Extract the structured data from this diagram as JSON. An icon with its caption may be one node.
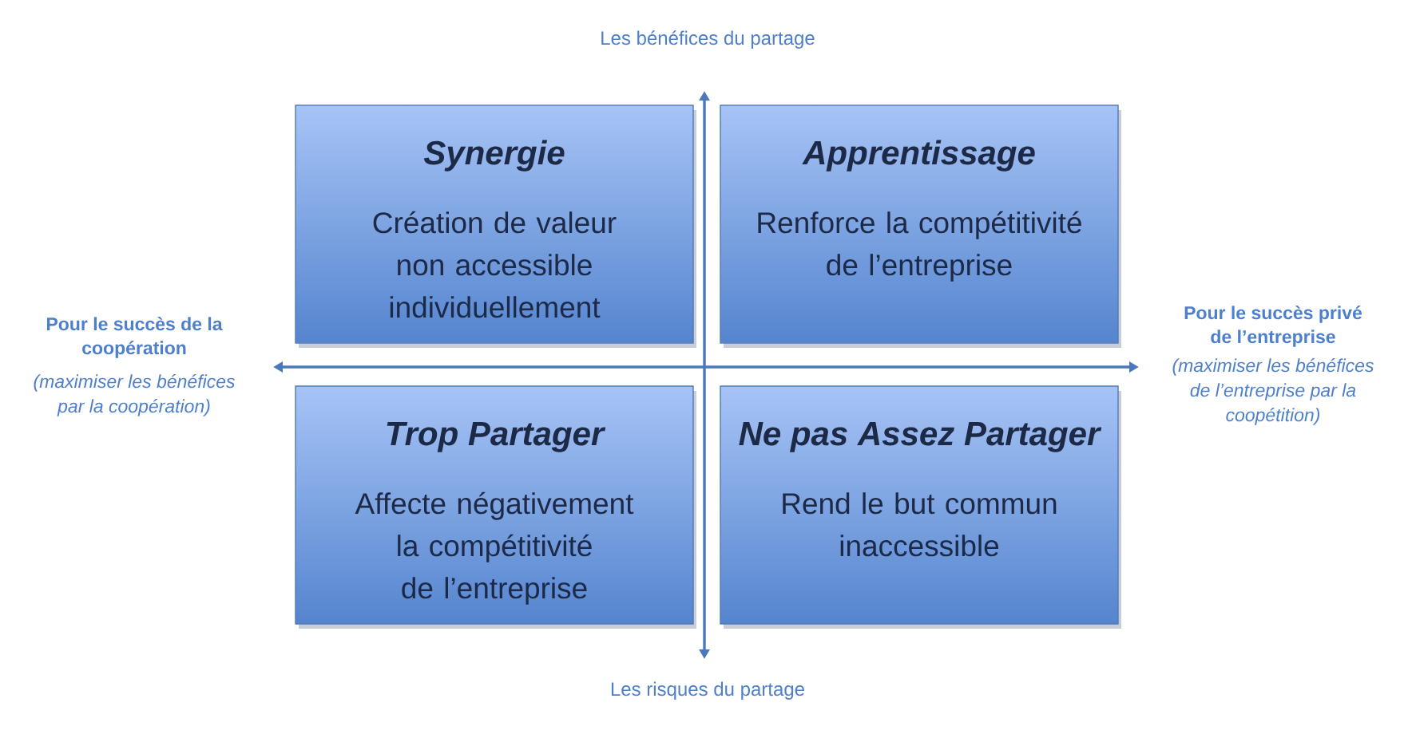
{
  "diagram": {
    "nodes": [
      {
        "text": [
          "Synergie",
          "Création de valeur non accessible individuellement"
        ]
      },
      {
        "text": [
          "Apprentissage",
          "Renforce la compétitivité de l’entreprise"
        ]
      },
      {
        "text": [
          "Trop Partager",
          "Affecte négativement la compétitivité de l’entreprise"
        ]
      },
      {
        "text": [
          "Ne pas Assez Partager",
          "Rend le but commun inaccessible"
        ]
      }
    ],
    "labels": [
      "Les bénéfices du partage",
      "Pour le succès de la coopération",
      "(maximiser les bénéfices par la coopération)",
      "Pour le succès privé de l’entreprise",
      "(maximiser les bénéfices de l’entreprise par la coopétition)",
      "Les risques du partage"
    ]
  }
}
